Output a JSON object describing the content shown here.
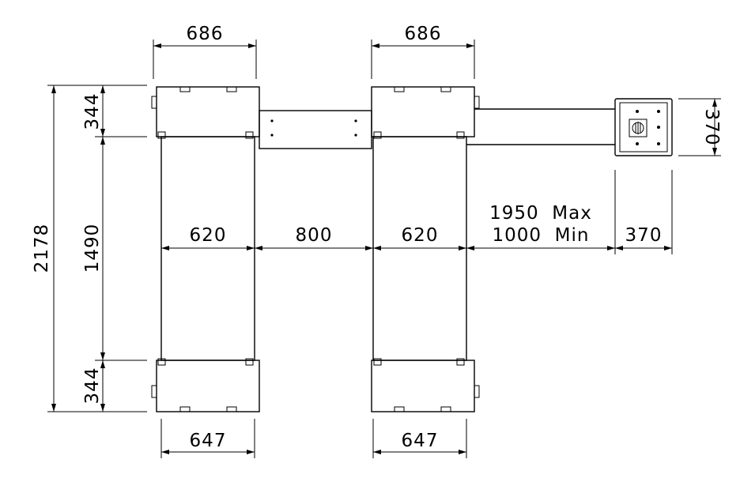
{
  "dimensions": {
    "top_left_width": "686",
    "top_right_width": "686",
    "upper_block_height": "344",
    "middle_height": "1490",
    "lower_block_height": "344",
    "overall_height": "2178",
    "left_track_width": "620",
    "gap_between_tracks": "800",
    "right_track_width": "620",
    "control_box_height": "370",
    "control_box_width": "370",
    "bottom_left_width": "647",
    "bottom_right_width": "647",
    "max_distance_line": "1950  Max",
    "min_distance_line": "1000  Min"
  }
}
